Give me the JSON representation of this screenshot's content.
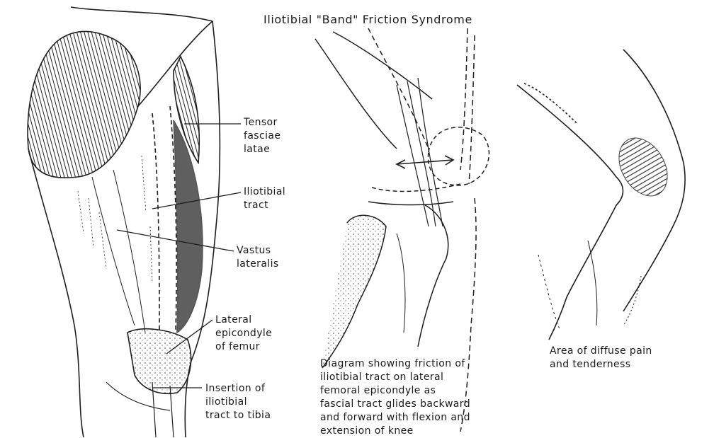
{
  "title": "Iliotibial \"Band\" Friction Syndrome",
  "labels": {
    "tensor_fasciae_latae": "Tensor\nfasciae\nlatae",
    "iliotibial_tract": "Iliotibial\ntract",
    "vastus_lateralis": "Vastus\nlateralis",
    "lateral_epicondyle": "Lateral\nepicondyle\nof femur",
    "insertion": "Insertion of\niliotibial\ntract to tibia"
  },
  "captions": {
    "friction_diagram": "Diagram showing friction of\niliotibial tract on lateral\nfemoral epicondyle as\nfascial tract glides backward\nand forward with flexion and\nextension of knee",
    "pain_area": "Area of diffuse pain\nand tenderness"
  }
}
